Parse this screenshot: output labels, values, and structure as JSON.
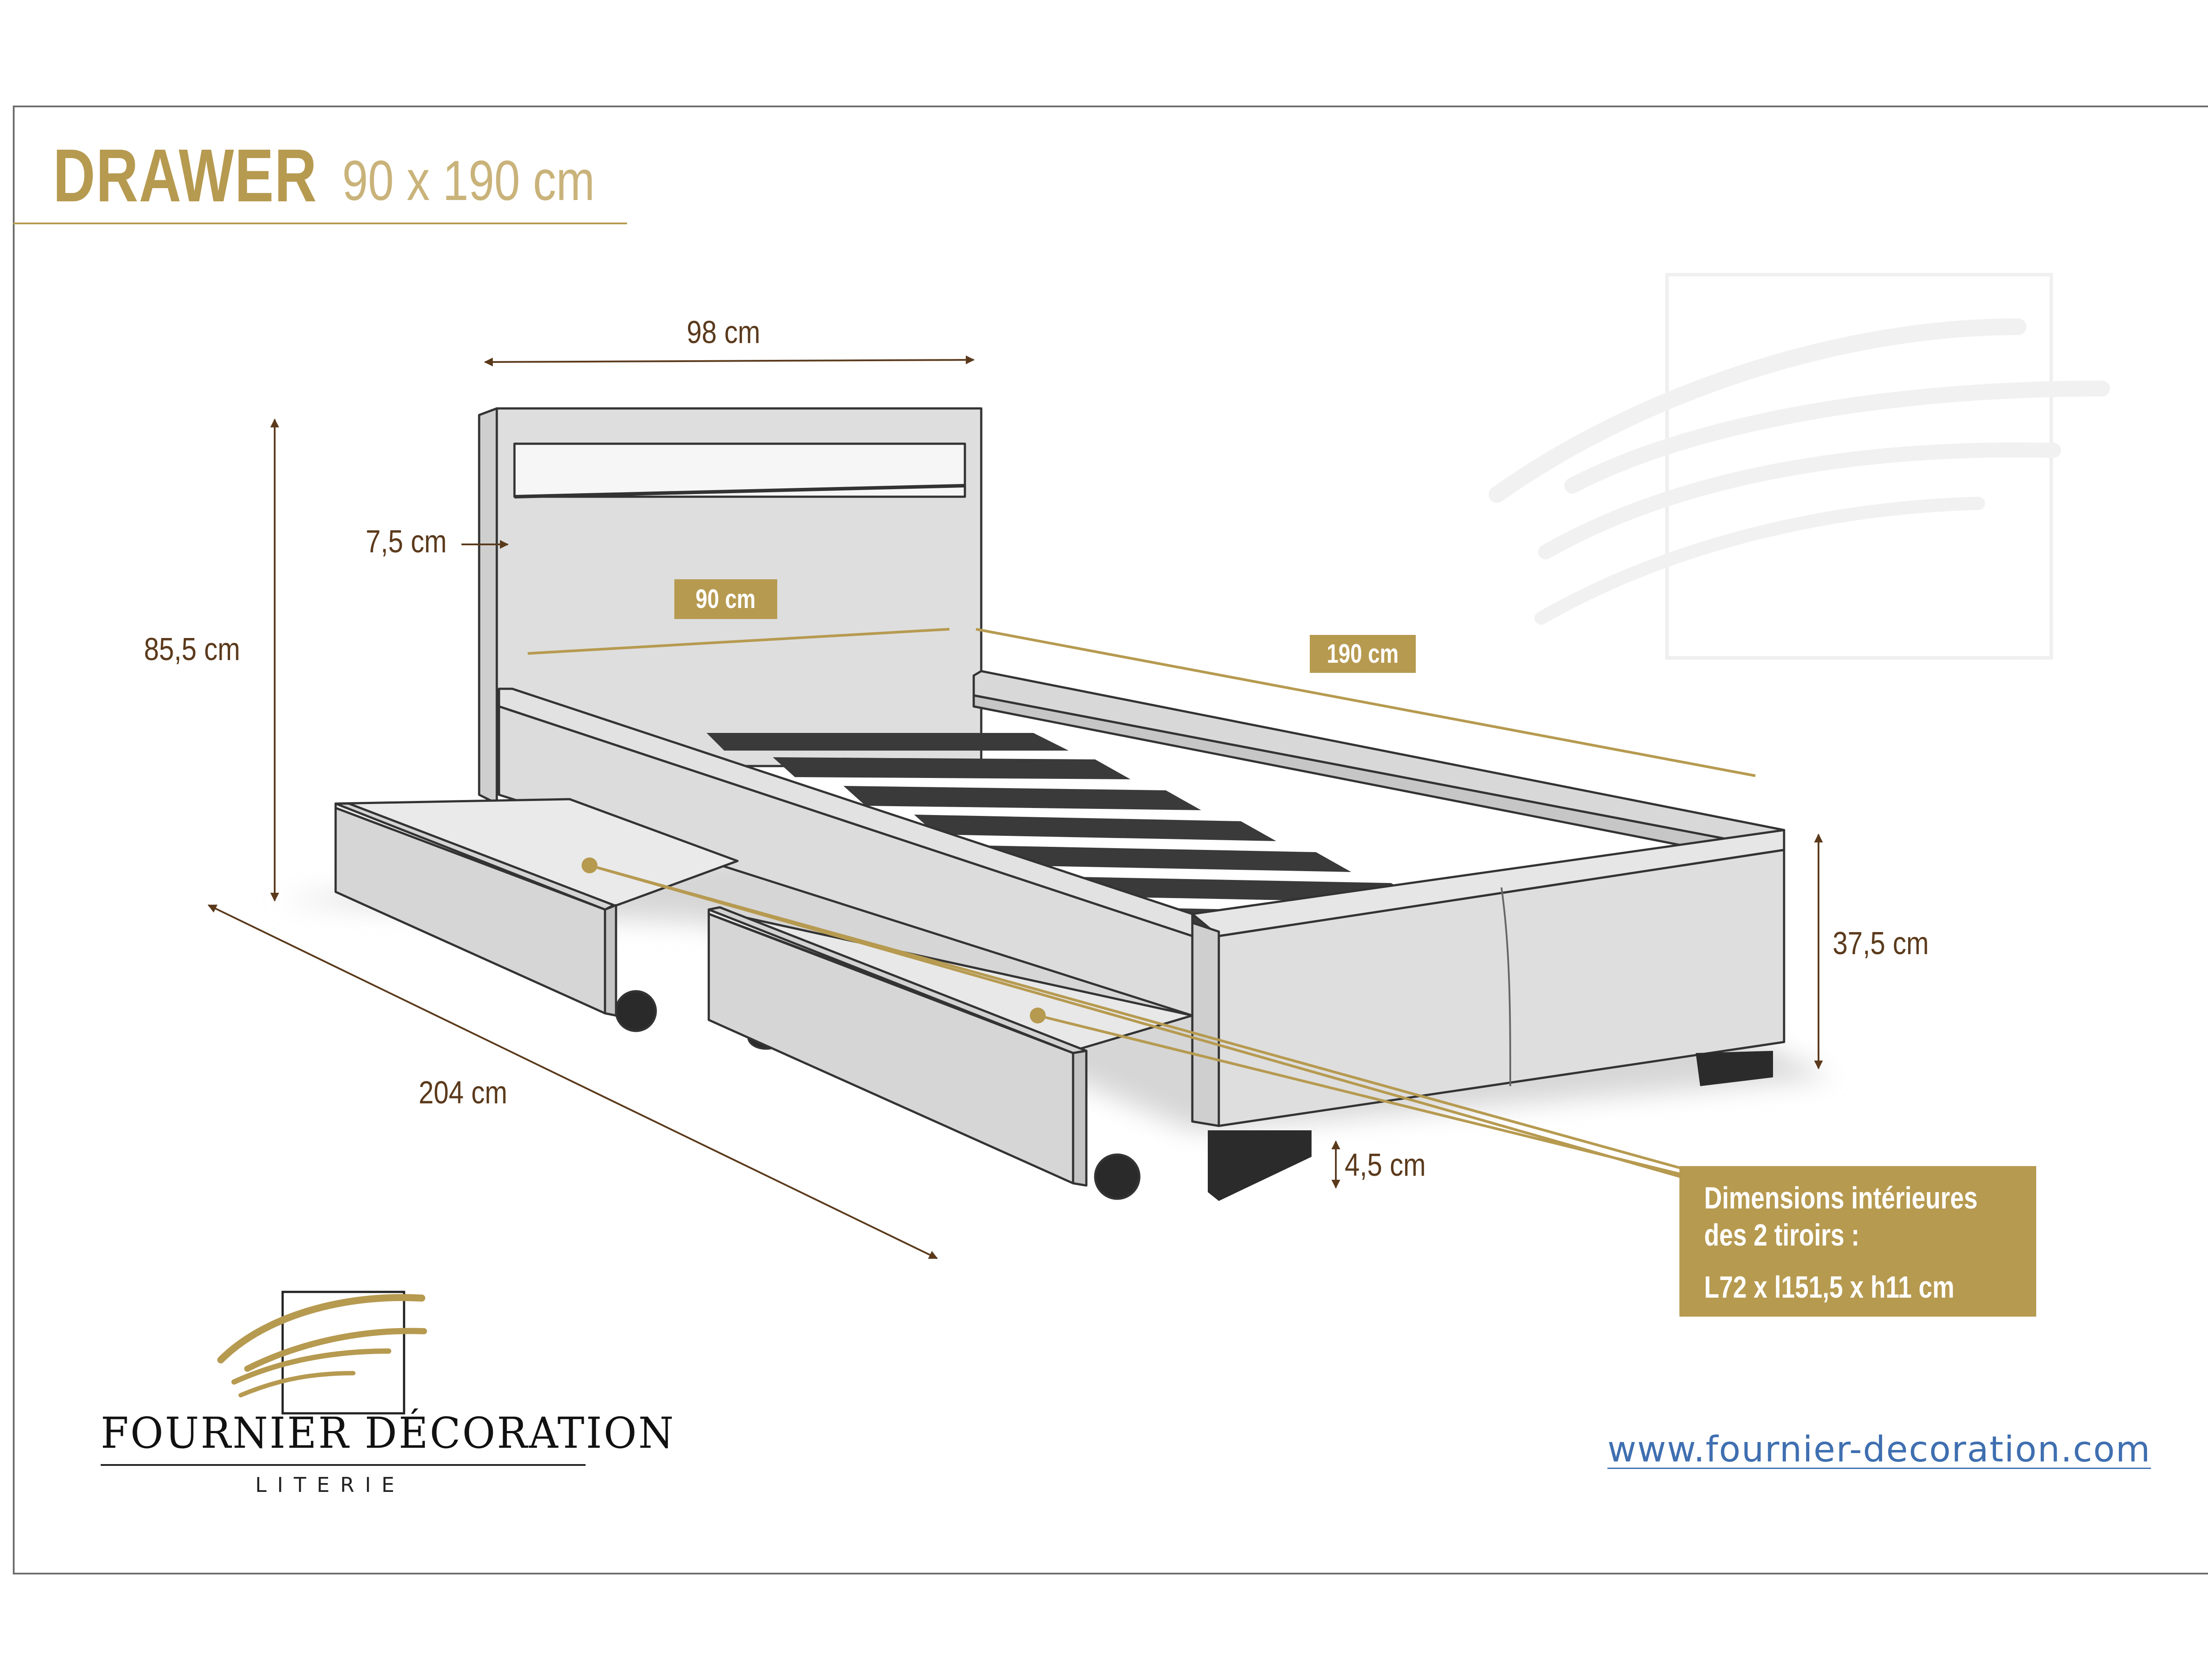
{
  "header": {
    "title": "DRAWER",
    "size": "90 x 190 cm"
  },
  "dimensions": {
    "headboard_width": "98 cm",
    "headboard_thickness": "7,5 cm",
    "total_height": "85,5 cm",
    "inner_width": "90 cm",
    "inner_length": "190 cm",
    "side_height": "37,5 cm",
    "total_length": "204 cm",
    "feet_height": "4,5 cm"
  },
  "drawers_info": {
    "line1": "Dimensions intérieures",
    "line2": "des 2 tiroirs :",
    "line3": "L72 x l151,5 x h11 cm"
  },
  "brand": {
    "name": "FOURNIER DÉCORATION",
    "subtitle": "LITERIE",
    "website": "www.fournier-decoration.com"
  },
  "colors": {
    "gold": "#b69a50",
    "brown": "#5b3a1c",
    "link": "#3f6fb0",
    "bed_fill": "#d9d9d9"
  }
}
